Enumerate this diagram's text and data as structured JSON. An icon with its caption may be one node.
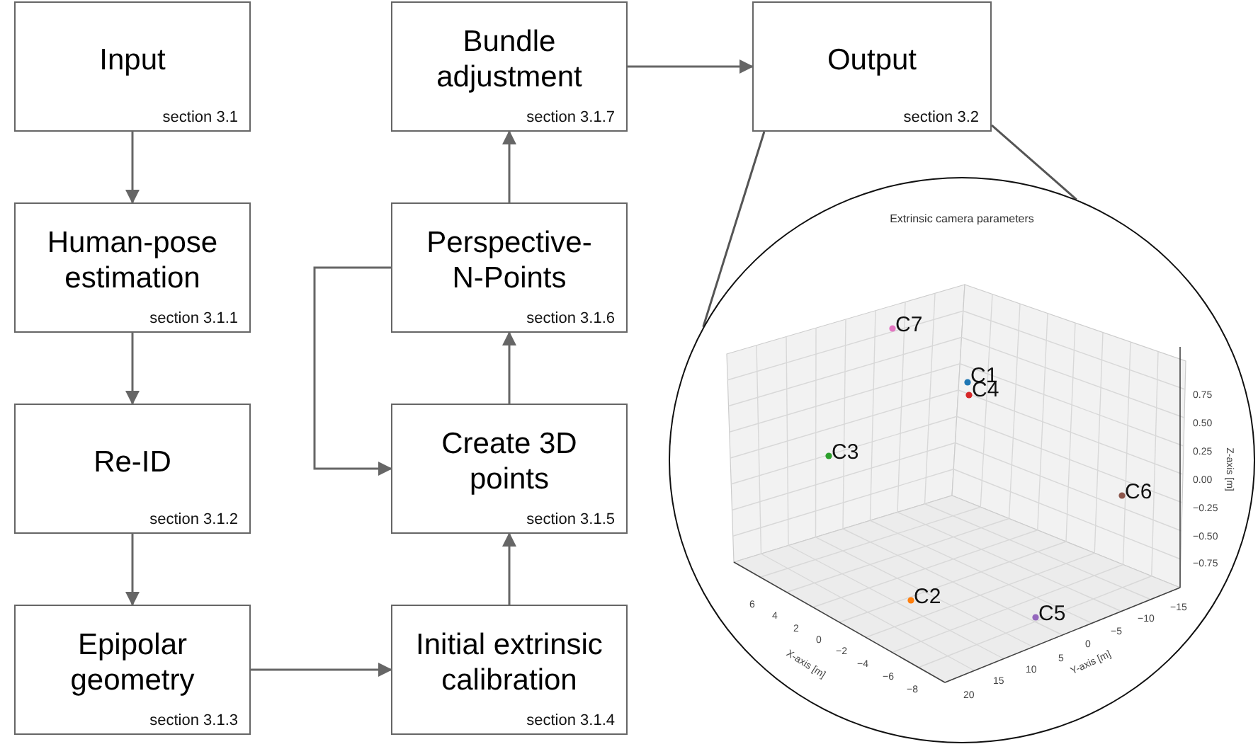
{
  "diagram": {
    "nodes": [
      {
        "text": [
          "Input",
          "section 3.1"
        ]
      },
      {
        "text": [
          "Human-pose estimation",
          "section 3.1.1"
        ]
      },
      {
        "text": [
          "Re-ID",
          "section 3.1.2"
        ]
      },
      {
        "text": [
          "Epipolar geometry",
          "section 3.1.3"
        ]
      },
      {
        "text": [
          "Initial extrinsic calibration",
          "section 3.1.4"
        ]
      },
      {
        "text": [
          "Create 3D points",
          "section 3.1.5"
        ]
      },
      {
        "text": [
          "Perspective-N-Points",
          "section 3.1.6"
        ]
      },
      {
        "text": [
          "Bundle adjustment",
          "section 3.1.7"
        ]
      },
      {
        "text": [
          "Output",
          "section 3.2"
        ]
      },
      {
        "text": [
          "Extrinsic camera parameters"
        ]
      }
    ],
    "edges": [
      {
        "from": 0,
        "to": 1,
        "arrow": "to"
      },
      {
        "from": 1,
        "to": 2,
        "arrow": "to"
      },
      {
        "from": 2,
        "to": 3,
        "arrow": "to"
      },
      {
        "from": 3,
        "to": 4,
        "arrow": "to"
      },
      {
        "from": 4,
        "to": 5,
        "arrow": "to"
      },
      {
        "from": 5,
        "to": 6,
        "arrow": "to"
      },
      {
        "from": 6,
        "to": 5,
        "arrow": "to"
      },
      {
        "from": 6,
        "to": 7,
        "arrow": "to"
      },
      {
        "from": 7,
        "to": 8,
        "arrow": "to"
      },
      {
        "from": 8,
        "to": 9,
        "arrow": "none"
      },
      {
        "from": 8,
        "to": 9,
        "arrow": "none"
      }
    ],
    "labels": [
      "C7",
      "C1",
      "C4",
      "C3",
      "C6",
      "C2",
      "C5",
      "0.75",
      "0.50",
      "0.25",
      "0.00",
      "−0.25",
      "−0.50",
      "−0.75",
      "Z-axis [m]",
      "6",
      "4",
      "2",
      "0",
      "−2",
      "−4",
      "−6",
      "−8",
      "X-axis [m]",
      "20",
      "15",
      "10",
      "5",
      "0",
      "−5",
      "−10",
      "−15",
      "Y-axis [m]"
    ]
  }
}
